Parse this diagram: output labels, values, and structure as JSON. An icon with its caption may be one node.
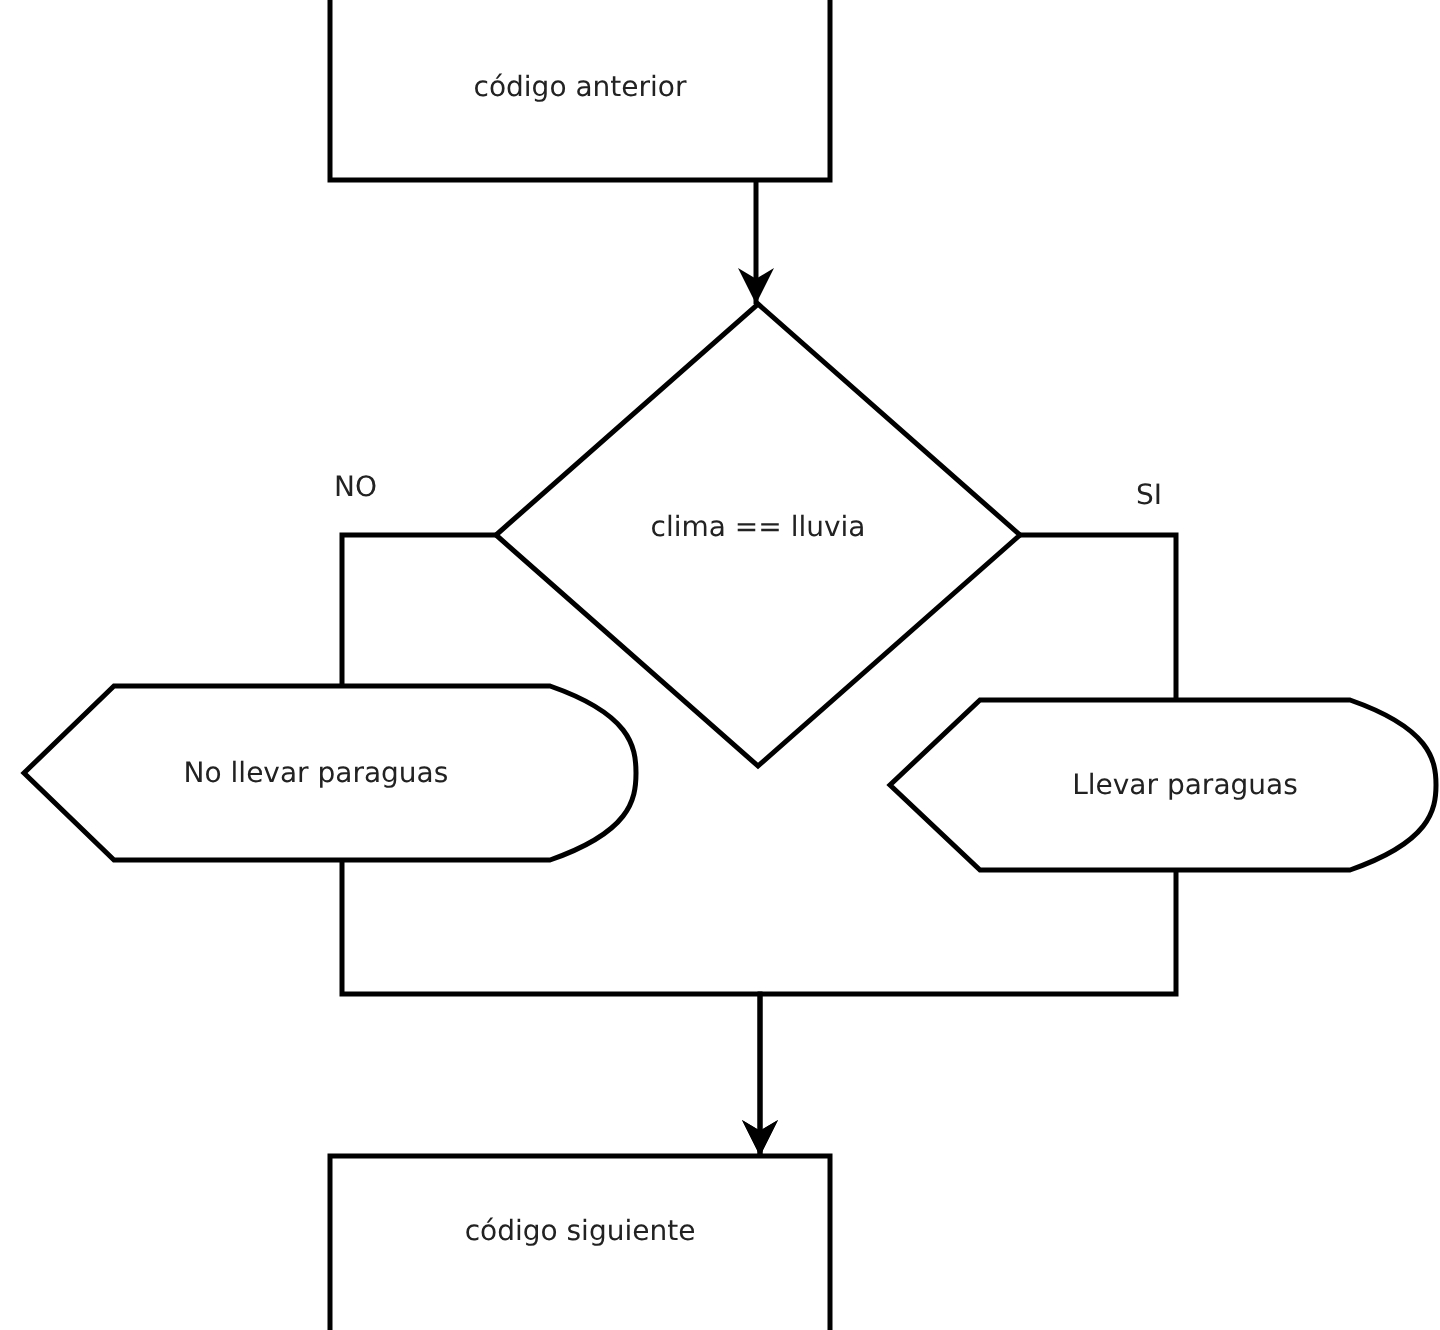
{
  "diagram": {
    "nodes": [
      {
        "text": [
          "código anterior"
        ]
      },
      {
        "text": [
          "clima == lluvia"
        ]
      },
      {
        "text": [
          "No llevar paraguas"
        ]
      },
      {
        "text": [
          "Llevar paraguas"
        ]
      },
      {
        "text": [
          "código siguiente"
        ]
      }
    ],
    "edges": [
      {
        "from": 0,
        "to": 1,
        "arrow": "to"
      },
      {
        "from": 1,
        "to": 2,
        "arrow": "none",
        "label": "NO"
      },
      {
        "from": 1,
        "to": 3,
        "arrow": "none",
        "label": "SI"
      },
      {
        "from": 2,
        "to": 4,
        "arrow": "to"
      },
      {
        "from": 3,
        "to": 4,
        "arrow": "to"
      }
    ]
  }
}
